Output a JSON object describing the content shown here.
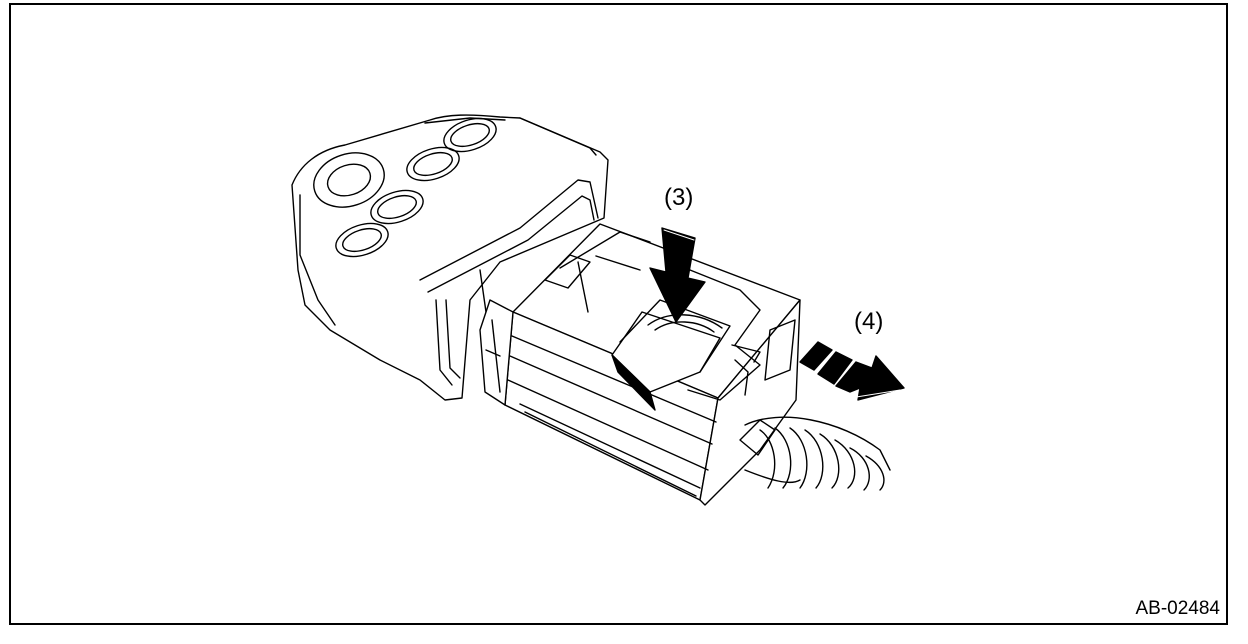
{
  "figure": {
    "callouts": {
      "press_tab": "(3)",
      "pull_out": "(4)"
    },
    "figure_id": "AB-02484"
  }
}
